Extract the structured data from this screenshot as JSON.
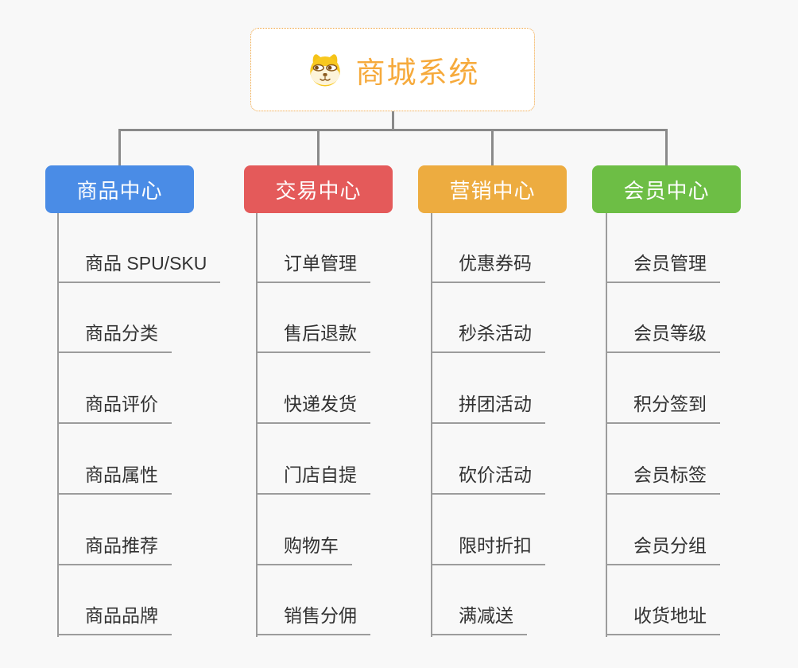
{
  "page": {
    "background_color": "#f8f8f8",
    "connector_color": "#8a8a8a",
    "underline_color": "#9c9c9c"
  },
  "root": {
    "title": "商城系统",
    "icon": "dog-face-icon",
    "accent_color": "#f6aa3c",
    "border_color": "#f0a23b"
  },
  "branches": [
    {
      "label": "商品中心",
      "color": "#4a8ce6",
      "items": [
        "商品 SPU/SKU",
        "商品分类",
        "商品评价",
        "商品属性",
        "商品推荐",
        "商品品牌"
      ]
    },
    {
      "label": "交易中心",
      "color": "#e45a5a",
      "items": [
        "订单管理",
        "售后退款",
        "快递发货",
        "门店自提",
        "购物车",
        "销售分佣"
      ]
    },
    {
      "label": "营销中心",
      "color": "#edac40",
      "items": [
        "优惠券码",
        "秒杀活动",
        "拼团活动",
        "砍价活动",
        "限时折扣",
        "满减送"
      ]
    },
    {
      "label": "会员中心",
      "color": "#6dbe45",
      "items": [
        "会员管理",
        "会员等级",
        "积分签到",
        "会员标签",
        "会员分组",
        "收货地址"
      ]
    }
  ]
}
